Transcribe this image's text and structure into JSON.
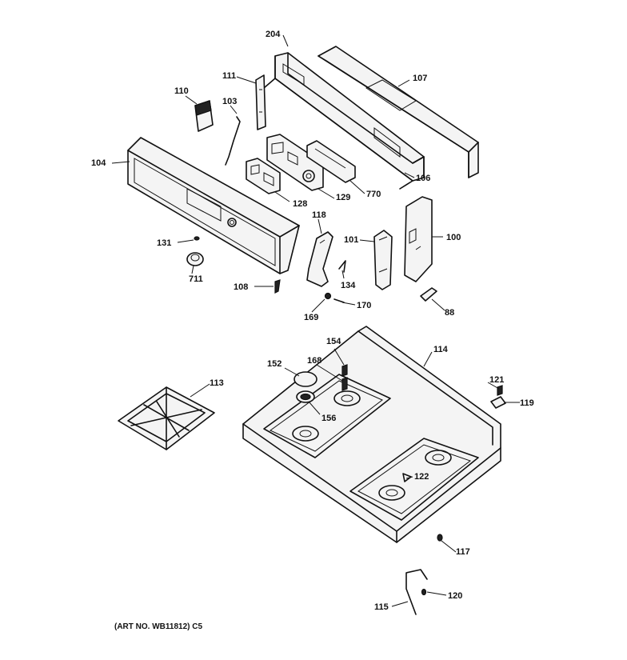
{
  "art_number": "(ART NO. WB11812) C5",
  "callouts": [
    "204",
    "107",
    "111",
    "110",
    "103",
    "104",
    "106",
    "770",
    "128",
    "129",
    "118",
    "101",
    "100",
    "131",
    "711",
    "108",
    "134",
    "169",
    "170",
    "88",
    "154",
    "114",
    "152",
    "168",
    "113",
    "121",
    "119",
    "156",
    "122",
    "117",
    "120",
    "115"
  ]
}
